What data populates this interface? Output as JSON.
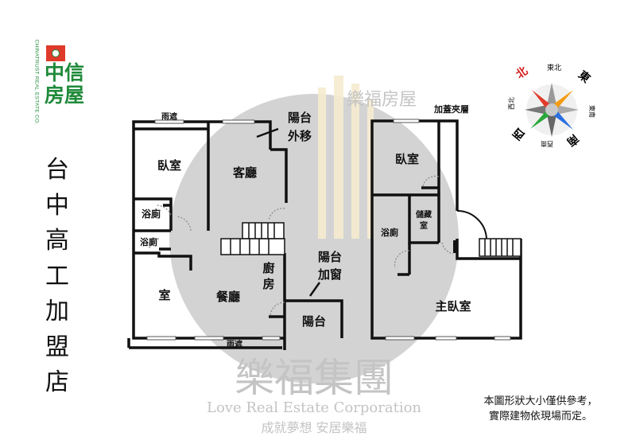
{
  "logo": {
    "name_zh": "中信房屋",
    "name_en": "CHINATRUST REAL ESTATE CO.",
    "brand_color": "#1f8a3a",
    "mark_color": "#e03a2a"
  },
  "branch_name": [
    "台",
    "中",
    "高",
    "工",
    "加",
    "盟",
    "店"
  ],
  "compass": {
    "north": "北",
    "northeast": "東北",
    "east": "東",
    "southeast": "東南",
    "south": "南",
    "southwest": "西南",
    "west": "西",
    "northwest": "西北",
    "north_color": "#d42020"
  },
  "watermark": {
    "name_zh": "樂福集團",
    "sub_zh": "樂福房屋",
    "name_en": "Love Real Estate Corporation",
    "slogan": "成就夢想 安居樂福"
  },
  "floorplan": {
    "left_unit": {
      "canopy_top": "雨遮",
      "canopy_bottom": "雨遮",
      "bedroom": "臥室",
      "living_room": "客廳",
      "bathroom_1": "浴廁",
      "bathroom_2": "浴廁",
      "room": "室",
      "dining_room": "餐廳",
      "kitchen": [
        "廚",
        "房"
      ],
      "balcony_moved": [
        "陽台",
        "外移"
      ],
      "balcony_window": [
        "陽台",
        "加窗"
      ],
      "balcony": "陽台"
    },
    "right_unit": {
      "mezzanine": "加蓋夾層",
      "bedroom": "臥室",
      "bathroom": "浴廁",
      "storage": [
        "儲藏",
        "室"
      ],
      "master_bedroom": "主臥室"
    }
  },
  "disclaimer": [
    "本圖形狀大小僅供參考，",
    "實際建物依現場而定。"
  ]
}
